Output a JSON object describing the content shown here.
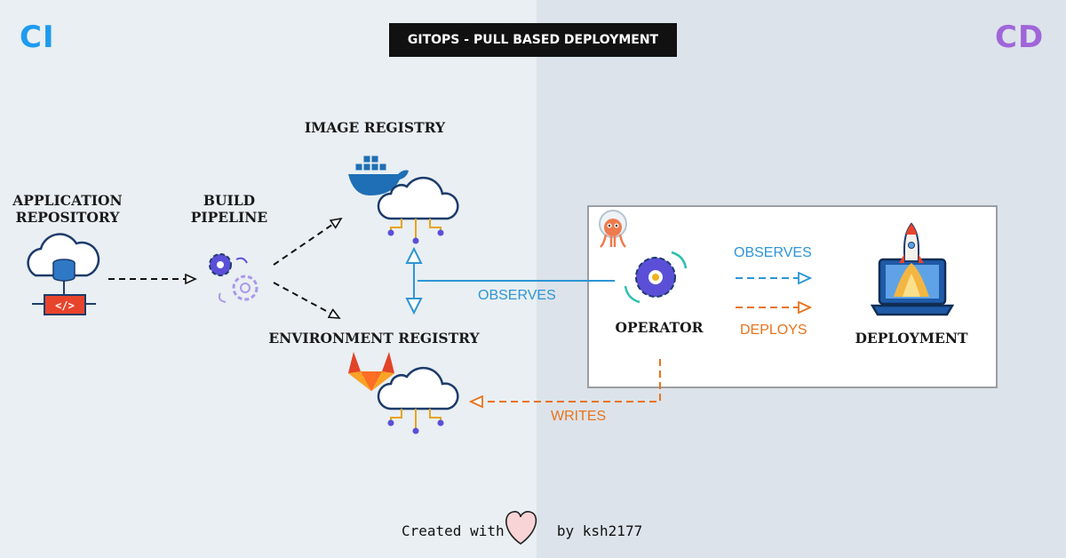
{
  "side_labels": {
    "ci": "CI",
    "cd": "CD"
  },
  "title": "GITOPS - PULL BASED DEPLOYMENT",
  "nodes": {
    "app_repo": {
      "line1": "APPLICATION",
      "line2": "REPOSITORY"
    },
    "build_pipeline": {
      "line1": "BUILD",
      "line2": "PIPELINE"
    },
    "image_registry": "IMAGE REGISTRY",
    "env_registry": "ENVIRONMENT REGISTRY",
    "operator": "OPERATOR",
    "deployment": "DEPLOYMENT"
  },
  "edges": {
    "observes_left": "OBSERVES",
    "observes_card": "OBSERVES",
    "deploys": "DEPLOYS",
    "writes": "WRITES"
  },
  "footer": {
    "before": "Created with",
    "after": "by ksh2177"
  },
  "colors": {
    "ci": "#1e9bef",
    "cd": "#a066d9",
    "observes": "#2e95d6",
    "writes_deploys": "#e8731c"
  },
  "icons": [
    "cloud-database-icon",
    "code-tag-icon",
    "gears-icon",
    "docker-whale-icon",
    "cloud-network-icon",
    "gitlab-fox-icon",
    "argo-octopus-icon",
    "operator-gear-icon",
    "rocket-laptop-icon",
    "heart-icon"
  ]
}
